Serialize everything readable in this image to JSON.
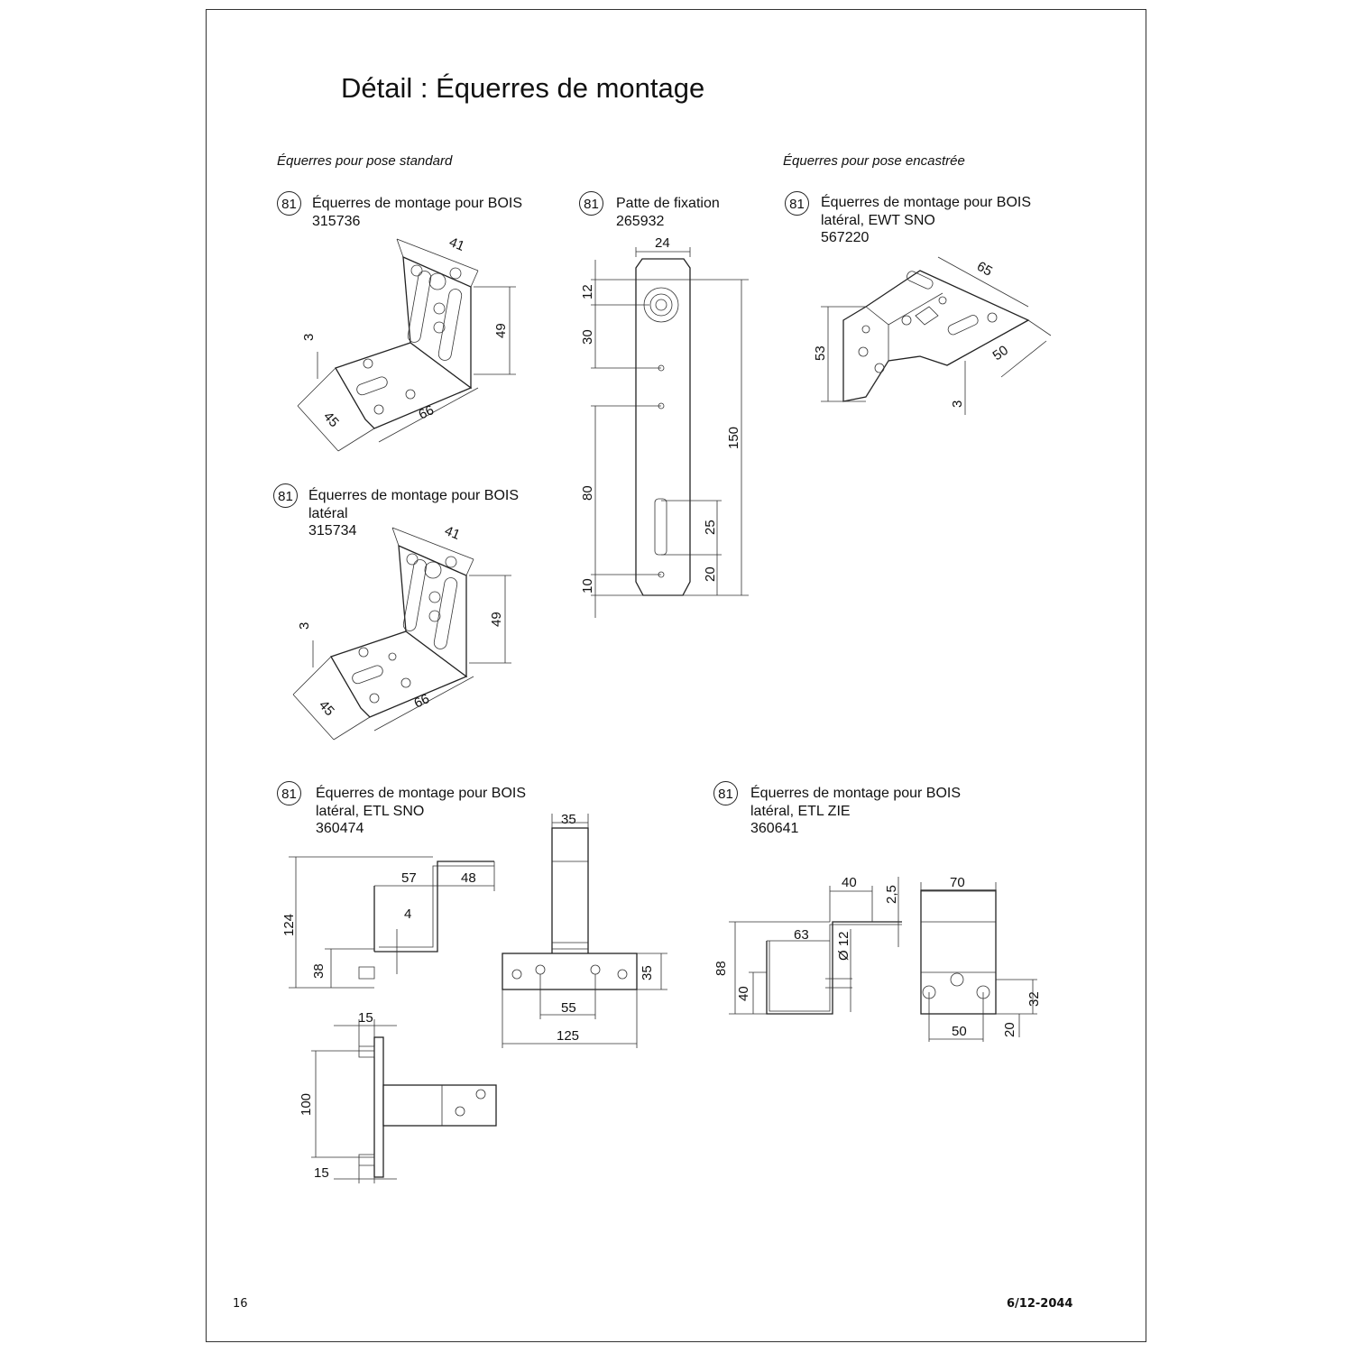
{
  "title": "Détail : Équerres de montage",
  "sections": {
    "standard": "Équerres pour pose standard",
    "encastree": "Équerres pour pose encastrée"
  },
  "figures": [
    {
      "callout": "81",
      "lines": [
        "Équerres de montage pour BOIS",
        "315736"
      ],
      "dims": [
        "41",
        "49",
        "3",
        "45",
        "66"
      ]
    },
    {
      "callout": "81",
      "lines": [
        "Patte de fixation",
        "265932"
      ],
      "dims": [
        "24",
        "12",
        "30",
        "150",
        "80",
        "25",
        "20",
        "10"
      ]
    },
    {
      "callout": "81",
      "lines": [
        "Équerres de montage pour BOIS",
        "latéral, EWT SNO",
        "567220"
      ],
      "dims": [
        "65",
        "53",
        "50",
        "3"
      ]
    },
    {
      "callout": "81",
      "lines": [
        "Équerres de montage pour BOIS",
        "latéral",
        "315734"
      ],
      "dims": [
        "41",
        "49",
        "3",
        "45",
        "66"
      ]
    },
    {
      "callout": "81",
      "lines": [
        "Équerres de montage pour BOIS",
        "latéral, ETL SNO",
        "360474"
      ],
      "dims": [
        "124",
        "57",
        "48",
        "4",
        "38",
        "35",
        "35",
        "55",
        "125",
        "15",
        "100",
        "15"
      ]
    },
    {
      "callout": "81",
      "lines": [
        "Équerres de montage pour BOIS",
        "latéral, ETL ZIE",
        "360641"
      ],
      "dims": [
        "40",
        "2,5",
        "63",
        "Ø 12",
        "88",
        "40",
        "70",
        "32",
        "50",
        "20"
      ]
    }
  ],
  "footer": {
    "page": "16",
    "ref": "6/12-2044"
  }
}
